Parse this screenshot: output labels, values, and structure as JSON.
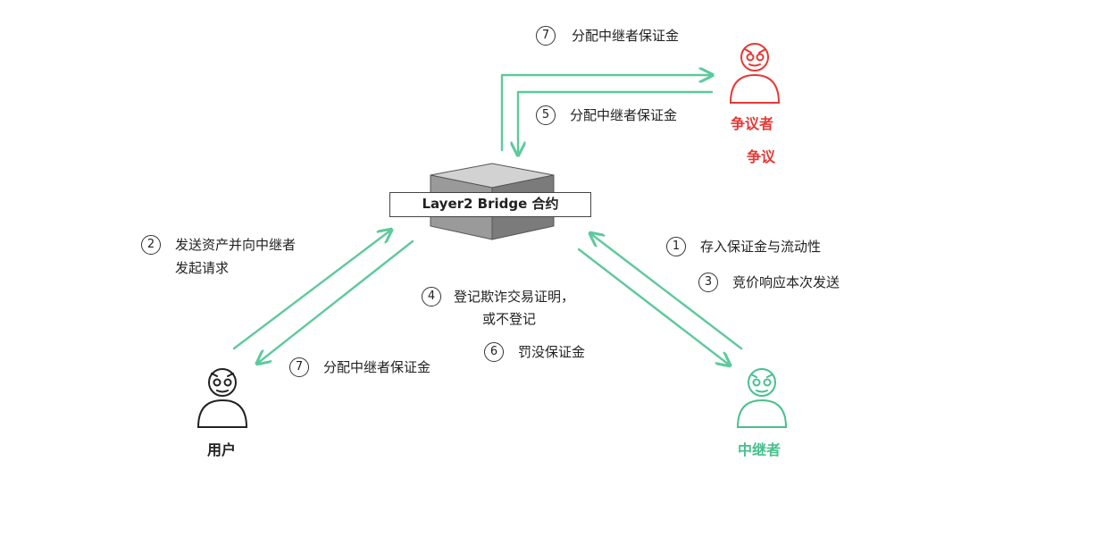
{
  "contract": {
    "label": "Layer2 Bridge 合约"
  },
  "actors": {
    "user": {
      "label": "用户"
    },
    "relayer": {
      "label": "中继者"
    },
    "disputer": {
      "label": "争议者",
      "action": "争议"
    }
  },
  "steps": {
    "s1": {
      "num": "1",
      "text": "存入保证金与流动性"
    },
    "s2": {
      "num": "2",
      "line1": "发送资产并向中继者",
      "line2": "发起请求"
    },
    "s3": {
      "num": "3",
      "text": "竞价响应本次发送"
    },
    "s4": {
      "num": "4",
      "line1": "登记欺诈交易证明，",
      "line2": "或不登记"
    },
    "s5": {
      "num": "5",
      "text": "分配中继者保证金"
    },
    "s6": {
      "num": "6",
      "text": "罚没保证金"
    },
    "s7_top": {
      "num": "7",
      "text": "分配中继者保证金"
    },
    "s7_user": {
      "num": "7",
      "text": "分配中继者保证金"
    }
  },
  "colors": {
    "arrow": "#5ec99d",
    "disputer": "#e53935",
    "relayer": "#48c08d",
    "ink": "#222222"
  }
}
